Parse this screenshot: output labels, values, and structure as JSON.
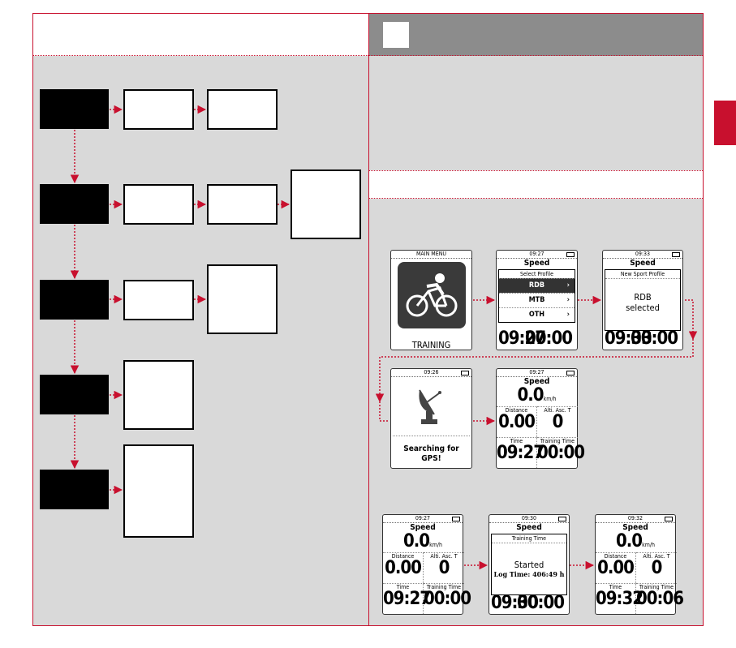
{
  "steps": {
    "training_screen": {
      "label": "TRAINING",
      "status": "MAIN MENU"
    },
    "select_profile": {
      "status": "09:27",
      "header": "Speed",
      "sub": "Select Profile",
      "items": [
        "RDB",
        "MTB",
        "OTH"
      ],
      "bottom_left": "09:27",
      "bottom_right": "00:00"
    },
    "rdb_selected": {
      "status": "09:33",
      "header": "Speed",
      "sub": "New Sport Profile",
      "line1": "RDB",
      "line2": "selected",
      "bottom_left": "09:33",
      "bottom_right": "00:00"
    },
    "gps_search": {
      "status": "09:26",
      "line1": "Searching for",
      "line2": "GPS!"
    },
    "ready": {
      "status": "09:27",
      "speed_label": "Speed",
      "speed": "0.0",
      "unit": "km/h",
      "dist_label": "Distance",
      "dist": "0.00",
      "alt_label": "Alti. Asc. T",
      "alt": "0",
      "time_label": "Time",
      "time": "09:27",
      "tt_label": "Training Time",
      "tt": "00:00"
    },
    "before_start": {
      "status": "09:27",
      "speed_label": "Speed",
      "speed": "0.0",
      "unit": "km/h",
      "dist_label": "Distance",
      "dist": "0.00",
      "alt_label": "Alti. Asc. T",
      "alt": "0",
      "time_label": "Time",
      "time": "09:27",
      "tt_label": "Training Time",
      "tt": "00:00"
    },
    "started": {
      "status": "09:30",
      "header": "Speed",
      "sub": "Training Time",
      "line1": "Started",
      "line2": "Log Time: 406:49 h",
      "bottom_left": "09:30",
      "bottom_right": "00:00"
    },
    "running": {
      "status": "09:32",
      "speed_label": "Speed",
      "speed": "0.0",
      "unit": "km/h",
      "dist_label": "Distance",
      "dist": "0.00",
      "alt_label": "Alti. Asc. T",
      "alt": "0",
      "time_label": "Time",
      "time": "09:32",
      "tt_label": "Training Time",
      "tt": "00:06"
    }
  },
  "colors": {
    "accent": "#c8102e",
    "panel": "#d9d9d9",
    "header_grey": "#8c8c8c"
  }
}
